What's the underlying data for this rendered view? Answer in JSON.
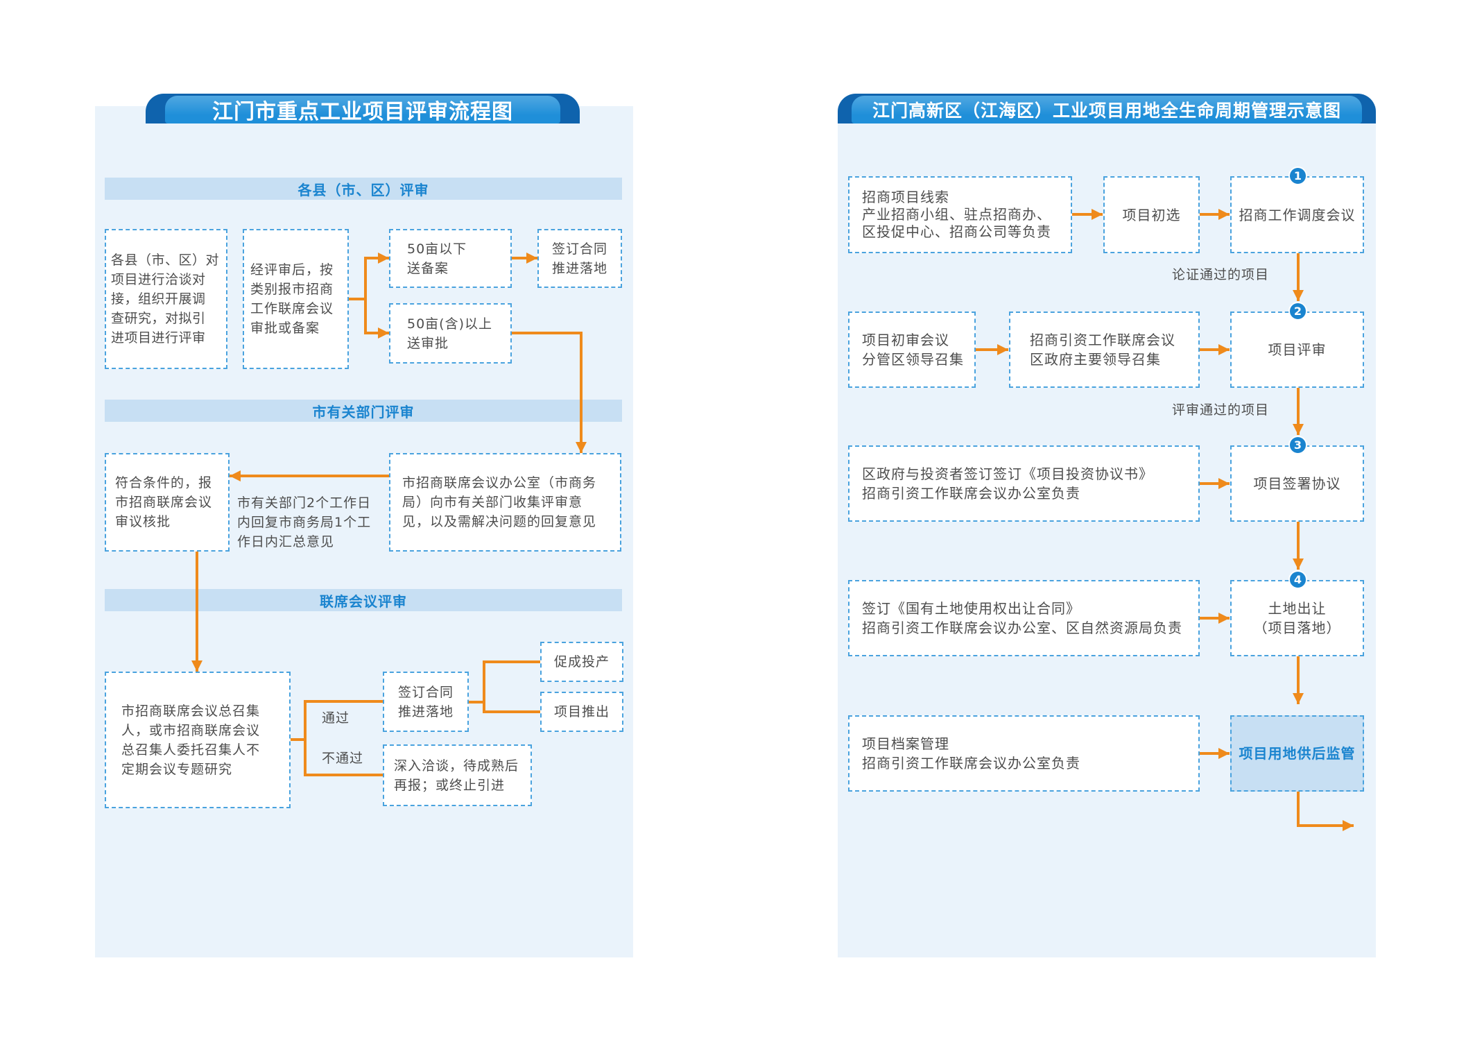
{
  "left_panel": {
    "title": "江门市重点工业项目评审流程图",
    "sections": {
      "county": "各县（市、区）评审",
      "city_departments": "市有关部门评审",
      "joint_meeting": "联席会议评审"
    },
    "nodes": {
      "county_review": "各县（市、区）对\n项目进行洽谈对\n接，组织开展调\n查研究，对拟引\n进项目进行评审",
      "classify_report": "经评审后，按\n类别报市招商\n工作联席会议\n审批或备案",
      "under_50_mu": "50亩以下\n送备案",
      "sign_contract_a": "签订合同\n推进落地",
      "over_50_mu": "50亩(含)以上\n送审批",
      "eligible_report": "符合条件的，报\n市招商联席会议\n审议核批",
      "department_reply": "市有关部门2个工作日\n内回复市商务局1个工\n作日内汇总意见",
      "collect_opinions": "市招商联席会议办公室（市商务\n局）向市有关部门收集评审意\n见，以及需解决问题的回复意见",
      "convener_meeting": "市招商联席会议总召集\n人，或市招商联席会议\n总召集人委托召集人不\n定期会议专题研究",
      "sign_contract_b": "签订合同\n推进落地",
      "promote_production": "促成投产",
      "project_exit": "项目推出",
      "further_negotiation": "深入洽谈，待成熟后\n再报；或终止引进"
    },
    "edge_labels": {
      "pass": "通过",
      "fail": "不通过"
    }
  },
  "right_panel": {
    "title": "江门高新区（江海区）工业项目用地全生命周期管理示意图",
    "nodes": {
      "project_leads": "招商项目线索\n产业招商小组、驻点招商办、\n区投促中心、招商公司等负责",
      "initial_screening": "项目初选",
      "dispatch_meeting": "招商工作调度会议",
      "preliminary_review_meeting": "项目初审会议\n分管区领导召集",
      "joint_meeting": "招商引资工作联席会议\n区政府主要领导召集",
      "project_review": "项目评审",
      "investment_agreement": "区政府与投资者签订签订《项目投资协议书》\n招商引资工作联席会议办公室负责",
      "sign_agreement": "项目签署协议",
      "land_contract": "签订《国有土地使用权出让合同》\n招商引资工作联席会议办公室、区自然资源局负责",
      "land_transfer": "土地出让\n（项目落地）",
      "archive_management": "项目档案管理\n招商引资工作联席会议办公室负责",
      "post_supply_supervision": "项目用地供后监管"
    },
    "step_numbers": [
      "1",
      "2",
      "3",
      "4"
    ],
    "edge_labels": {
      "demonstrated": "论证通过的项目",
      "reviewed": "评审通过的项目"
    }
  },
  "colors": {
    "connector_orange": "#ef8a1b",
    "title_blue": "#1a84cf",
    "title_tab_dark": "#0f63ad",
    "title_tab_light": "#1f8fd9",
    "panel_background": "#eaf3fb",
    "section_background": "#c7dff3",
    "node_border": "#49a2de",
    "node_text": "#4d4d4d",
    "highlight_fill": "#c7dff3"
  }
}
